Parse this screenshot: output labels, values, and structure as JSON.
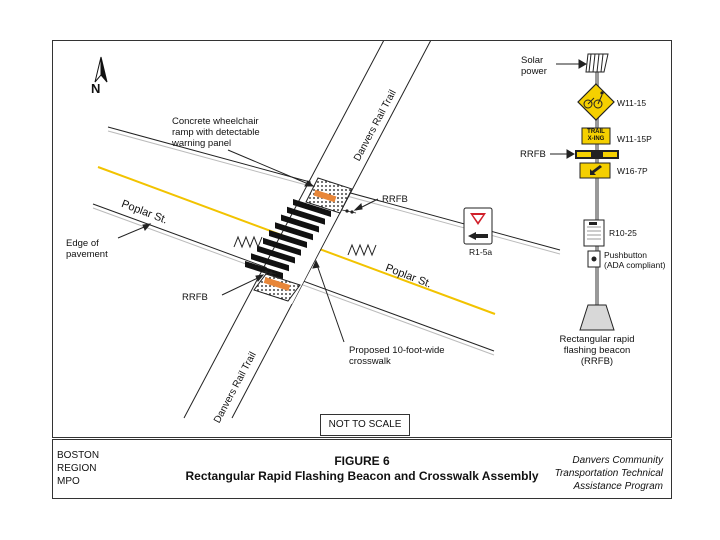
{
  "labels": {
    "solar_power": "Solar\npower",
    "w11_15": "W11-15",
    "w11_15p": "W11-15P",
    "rrfb": "RRFB",
    "w16_7p": "W16-7P",
    "r10_25": "R10-25",
    "pushbutton": "Pushbutton\n(ADA compliant)",
    "beacon": "Rectangular rapid\nflashing beacon (RRFB)",
    "r1_5a": "R1-5a",
    "ramp": "Concrete wheelchair\nramp with detectable\nwarning panel",
    "rrfb_upper": "RRFB",
    "rrfb_lower": "RRFB",
    "edge": "Edge of\npavement",
    "crosswalk": "Proposed 10-foot-wide\ncrosswalk",
    "north": "N"
  },
  "roads": {
    "poplar_left": "Poplar St.",
    "poplar_right": "Poplar St.",
    "trail_upper": "Danvers Rail Trail",
    "trail_lower": "Danvers Rail Trail"
  },
  "signs": {
    "trail_plaque": "TRAIL\nX-ING"
  },
  "scale_note": "NOT TO SCALE",
  "title_block": {
    "org": "BOSTON\nREGION\nMPO",
    "figure": "FIGURE 6",
    "title": "Rectangular Rapid Flashing Beacon and Crosswalk Assembly",
    "program": "Danvers Community\nTransportation Technical\nAssistance Program"
  },
  "colors": {
    "centerline": "#f2c300",
    "sign_yellow": "#f5d000",
    "ramp_orange": "#e8873a",
    "line": "#222222"
  }
}
